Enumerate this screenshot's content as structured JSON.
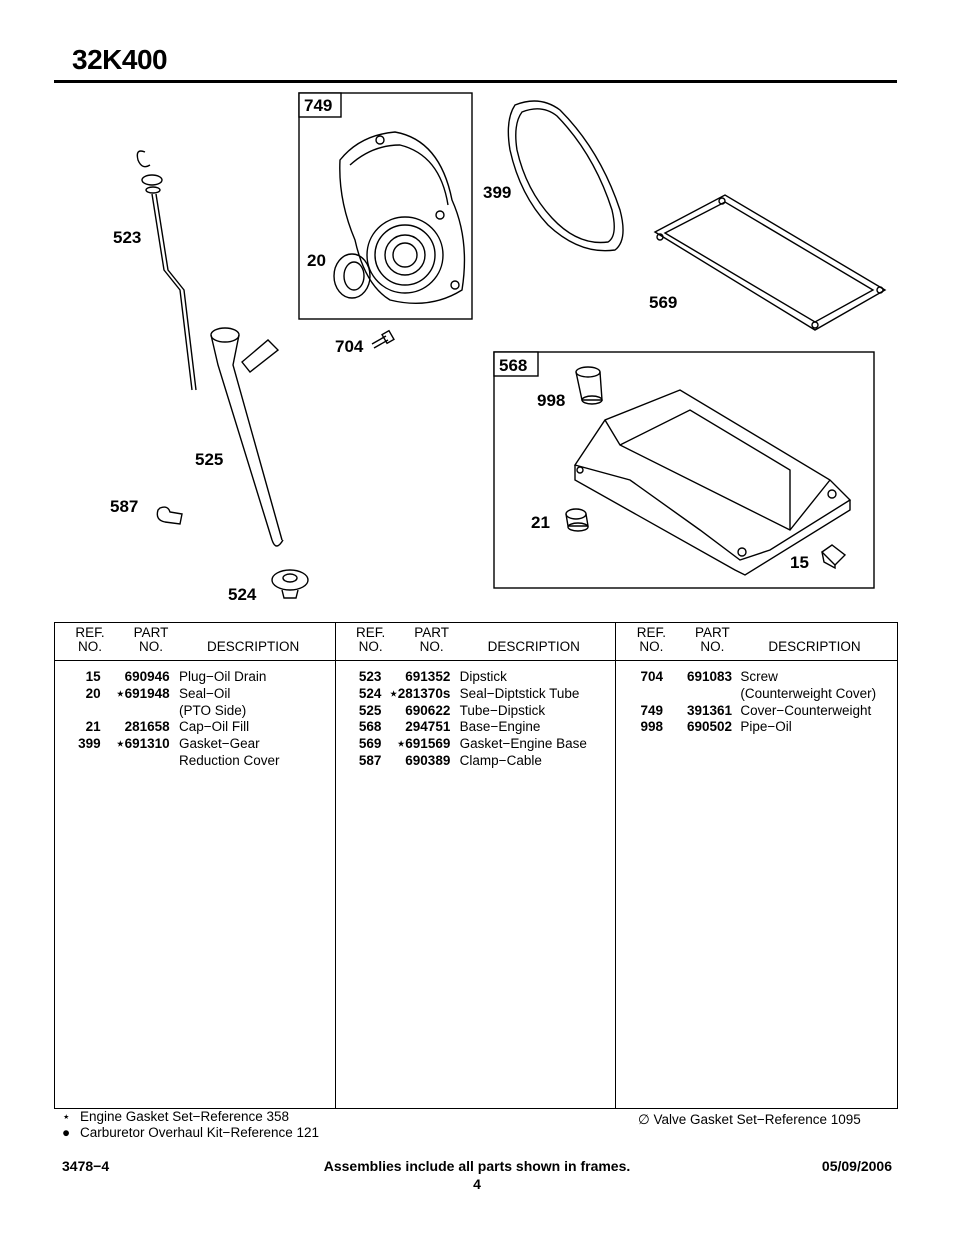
{
  "header": {
    "model": "32K400"
  },
  "diagram": {
    "frames": [
      "749",
      "568"
    ],
    "callouts": {
      "c749": "749",
      "c20": "20",
      "c704": "704",
      "c399": "399",
      "c569": "569",
      "c523": "523",
      "c525": "525",
      "c587": "587",
      "c524": "524",
      "c568": "568",
      "c998": "998",
      "c21": "21",
      "c15": "15"
    }
  },
  "table": {
    "headers": {
      "ref": [
        "REF.",
        "NO."
      ],
      "part": [
        "PART",
        "NO."
      ],
      "desc": "DESCRIPTION"
    },
    "columns": [
      [
        {
          "ref": "15",
          "part": "690946",
          "desc": "Plug−Oil Drain"
        },
        {
          "ref": "20",
          "part": "⋆691948",
          "desc": "Seal−Oil"
        },
        {
          "ref": "",
          "part": "",
          "desc": "(PTO Side)"
        },
        {
          "ref": "21",
          "part": "281658",
          "desc": "Cap−Oil Fill"
        },
        {
          "ref": "399",
          "part": "⋆691310",
          "desc": "Gasket−Gear"
        },
        {
          "ref": "",
          "part": "",
          "desc": "Reduction Cover"
        }
      ],
      [
        {
          "ref": "523",
          "part": "691352",
          "desc": "Dipstick"
        },
        {
          "ref": "524",
          "part": "⋆281370s",
          "desc": "Seal−Diptstick Tube"
        },
        {
          "ref": "525",
          "part": "690622",
          "desc": "Tube−Dipstick"
        },
        {
          "ref": "568",
          "part": "294751",
          "desc": "Base−Engine"
        },
        {
          "ref": "569",
          "part": "⋆691569",
          "desc": "Gasket−Engine Base"
        },
        {
          "ref": "587",
          "part": "690389",
          "desc": "Clamp−Cable"
        }
      ],
      [
        {
          "ref": "704",
          "part": "691083",
          "desc": "Screw"
        },
        {
          "ref": "",
          "part": "",
          "desc": "(Counterweight Cover)"
        },
        {
          "ref": "749",
          "part": "391361",
          "desc": "Cover−Counterweight"
        },
        {
          "ref": "998",
          "part": "690502",
          "desc": "Pipe−Oil"
        }
      ]
    ]
  },
  "notes": {
    "star": {
      "symbol": "⋆",
      "text": "Engine Gasket Set−Reference 358"
    },
    "dot": {
      "symbol": "●",
      "text": "Carburetor Overhaul Kit−Reference 121"
    },
    "empty": {
      "symbol": "∅",
      "text": "Valve Gasket Set−Reference 1095"
    }
  },
  "footer": {
    "doc_number": "3478−4",
    "center_note": "Assemblies include all parts shown in frames.",
    "date": "05/09/2006",
    "page": "4"
  }
}
